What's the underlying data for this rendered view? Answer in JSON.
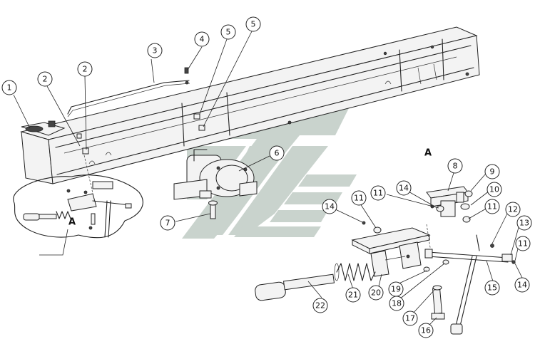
{
  "view_labels": {
    "detail_view": "A",
    "detail_inset": "A"
  },
  "callouts": [
    {
      "id": "c1",
      "label": "1"
    },
    {
      "id": "c2a",
      "label": "2"
    },
    {
      "id": "c2b",
      "label": "2"
    },
    {
      "id": "c3",
      "label": "3"
    },
    {
      "id": "c4",
      "label": "4"
    },
    {
      "id": "c5a",
      "label": "5"
    },
    {
      "id": "c5b",
      "label": "5"
    },
    {
      "id": "c6",
      "label": "6"
    },
    {
      "id": "c7",
      "label": "7"
    },
    {
      "id": "c8",
      "label": "8"
    },
    {
      "id": "c9",
      "label": "9"
    },
    {
      "id": "c10",
      "label": "10"
    },
    {
      "id": "c11a",
      "label": "11"
    },
    {
      "id": "c11b",
      "label": "11"
    },
    {
      "id": "c11c",
      "label": "11"
    },
    {
      "id": "c11d",
      "label": "11"
    },
    {
      "id": "c12",
      "label": "12"
    },
    {
      "id": "c13",
      "label": "13"
    },
    {
      "id": "c14a",
      "label": "14"
    },
    {
      "id": "c14b",
      "label": "14"
    },
    {
      "id": "c14c",
      "label": "14"
    },
    {
      "id": "c15",
      "label": "15"
    },
    {
      "id": "c16",
      "label": "16"
    },
    {
      "id": "c17",
      "label": "17"
    },
    {
      "id": "c18",
      "label": "18"
    },
    {
      "id": "c19",
      "label": "19"
    },
    {
      "id": "c20",
      "label": "20"
    },
    {
      "id": "c21",
      "label": "21"
    },
    {
      "id": "c22",
      "label": "22"
    }
  ],
  "colors": {
    "line": "#222222",
    "watermark": "#c9d3cd",
    "background": "#ffffff"
  }
}
